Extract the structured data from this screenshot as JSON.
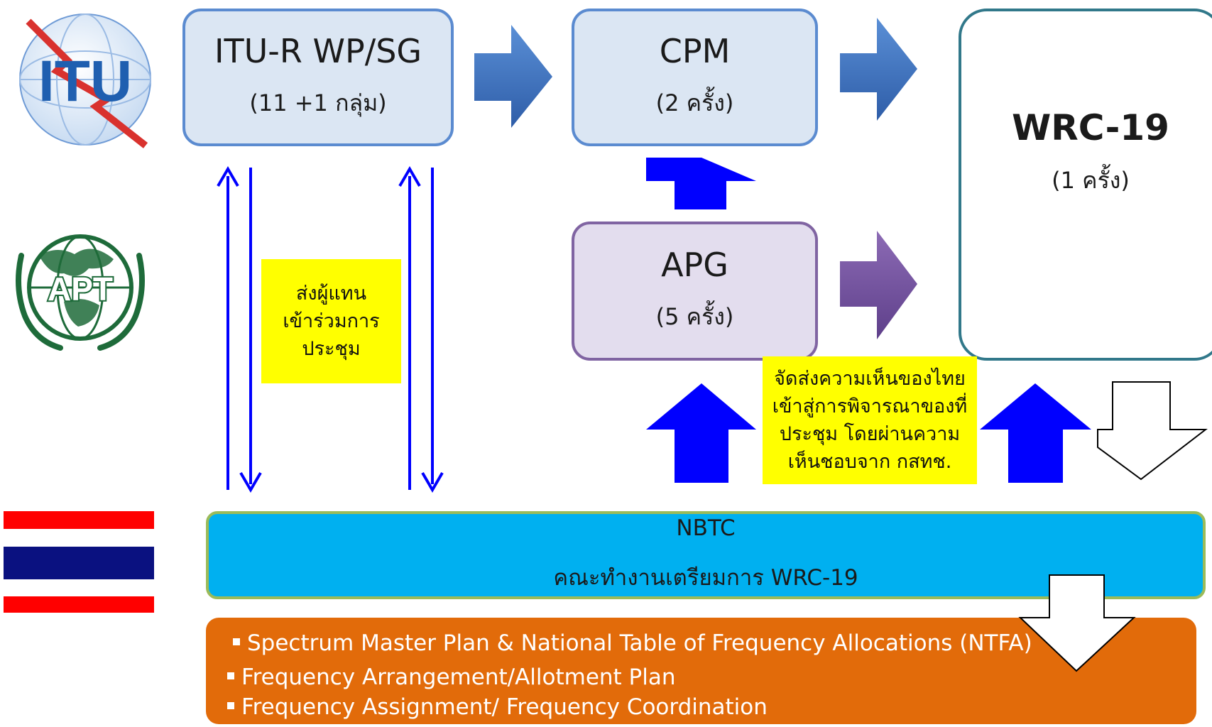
{
  "itu_box": {
    "title": "ITU-R WP/SG",
    "subtitle": "(11 +1 กลุ่ม)"
  },
  "cpm_box": {
    "title": "CPM",
    "subtitle": "(2 ครั้ง)"
  },
  "apg_box": {
    "title": "APG",
    "subtitle": "(5 ครั้ง)"
  },
  "wrc_box": {
    "title": "WRC-19",
    "subtitle": "(1 ครั้ง)"
  },
  "note_delegate": "ส่งผู้แทน\nเข้าร่วมการ\nประชุม",
  "note_opinion": "จัดส่งความเห็นของไทย\nเข้าสู่การพิจารณาของที่\nประชุม โดยผ่านความ\nเห็นชอบจาก กสทช.",
  "nbtc_box": {
    "title": "NBTC",
    "subtitle": "คณะทำงานเตรียมการ WRC-19"
  },
  "plan_items": [
    "Spectrum Master Plan & National Table of Frequency Allocations (NTFA)",
    "Frequency Arrangement/Allotment Plan",
    "Frequency Assignment/ Frequency Coordination"
  ],
  "logos": {
    "itu": "ITU",
    "apt": "APT"
  },
  "colors": {
    "blue_box_fill": "#dbe6f3",
    "blue_box_border": "#5b8bd0",
    "purple_box_fill": "#e3ddee",
    "purple_box_border": "#8064a2",
    "wrc_border": "#31788a",
    "note_yellow": "#ffff00",
    "nbtc_fill": "#00b0f0",
    "nbtc_border": "#9bbb59",
    "plan_fill": "#e26b0a",
    "arrow_blue": "#0000ff",
    "flag_red": "#ff0000",
    "flag_blue": "#0a1180"
  }
}
